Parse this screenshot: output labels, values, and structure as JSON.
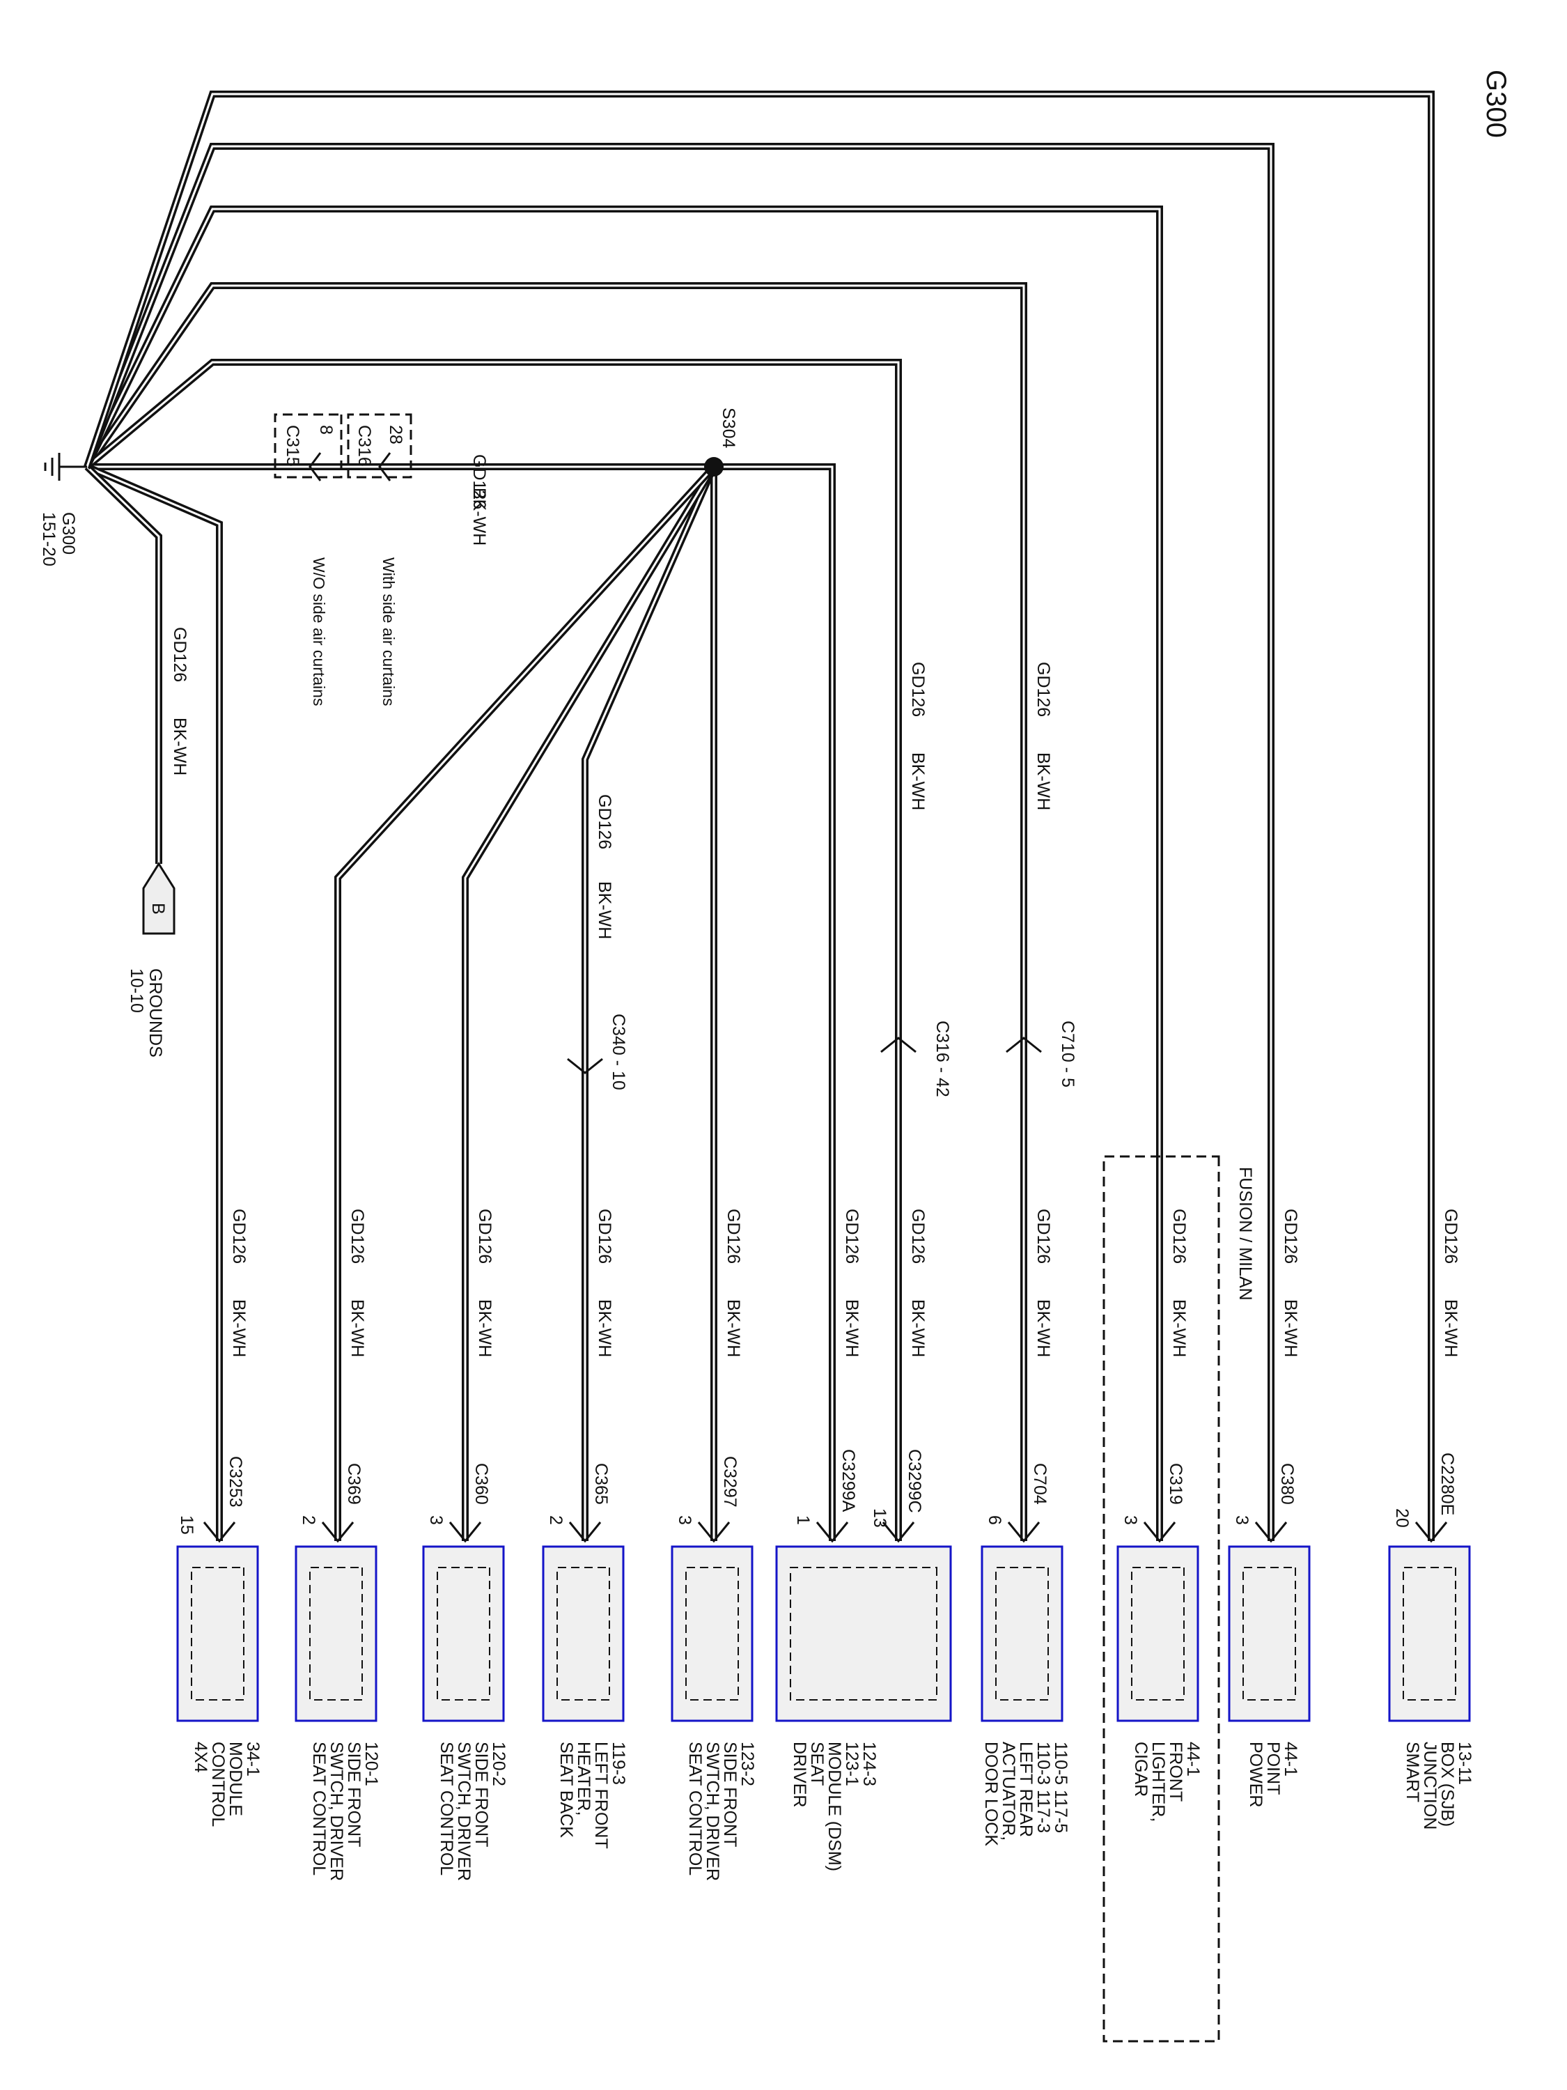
{
  "diagram": {
    "title": "G300",
    "ground": {
      "label": "G300",
      "ref": "151-20"
    },
    "splice": {
      "label": "S304"
    },
    "wire": {
      "circuit": "GD126",
      "color": "BK-WH"
    },
    "inline_connectors": {
      "c315": {
        "pin": "8",
        "label": "C315",
        "note": "W/O side air curtains"
      },
      "c316": {
        "pin": "28",
        "label": "C316",
        "note": "With side air curtains"
      }
    },
    "ground_ref": {
      "letter": "B",
      "name": "GROUNDS",
      "ref": "10-10"
    },
    "option_box": {
      "label": "FUSION / MILAN"
    },
    "mid_connectors": [
      {
        "label": "C340 - 10"
      },
      {
        "label": "C316 - 42"
      },
      {
        "label": "C710 - 5"
      }
    ],
    "modules": [
      {
        "connector": "C3253",
        "pin": "15",
        "lines": [
          "4X4",
          "CONTROL",
          "MODULE",
          "34-1"
        ]
      },
      {
        "connector": "C369",
        "pin": "2",
        "lines": [
          "SEAT CONTROL",
          "SWTCH, DRIVER",
          "SIDE FRONT",
          "120-1"
        ]
      },
      {
        "connector": "C360",
        "pin": "3",
        "lines": [
          "SEAT CONTROL",
          "SWTCH, DRIVER",
          "SIDE FRONT",
          "120-2"
        ]
      },
      {
        "connector": "C365",
        "pin": "2",
        "lines": [
          "SEAT BACK",
          "HEATER,",
          "LEFT FRONT",
          "119-3"
        ]
      },
      {
        "connector": "C3297",
        "pin": "3",
        "lines": [
          "SEAT CONTROL",
          "SWTCH, DRIVER",
          "SIDE FRONT",
          "123-2"
        ]
      },
      {
        "connector_a": "C3299A",
        "pin_a": "1",
        "connector_c": "C3299C",
        "pin_c": "13",
        "lines": [
          "DRIVER",
          "SEAT",
          "MODULE (DSM)",
          "123-1",
          "124-3"
        ]
      },
      {
        "connector": "C704",
        "pin": "6",
        "lines": [
          "DOOR LOCK",
          "ACTUATOR,",
          "LEFT REAR",
          "110-3      117-3",
          "110-5      117-5"
        ]
      },
      {
        "connector": "C319",
        "pin": "3",
        "lines": [
          "CIGAR",
          "LIGHTER,",
          "FRONT",
          "44-1"
        ]
      },
      {
        "connector": "C380",
        "pin": "3",
        "lines": [
          "POWER",
          "POINT",
          "44-1"
        ]
      },
      {
        "connector": "C2280E",
        "pin": "20",
        "lines": [
          "SMART",
          "JUNCTION",
          "BOX (SJB)",
          "13-11"
        ]
      }
    ]
  }
}
